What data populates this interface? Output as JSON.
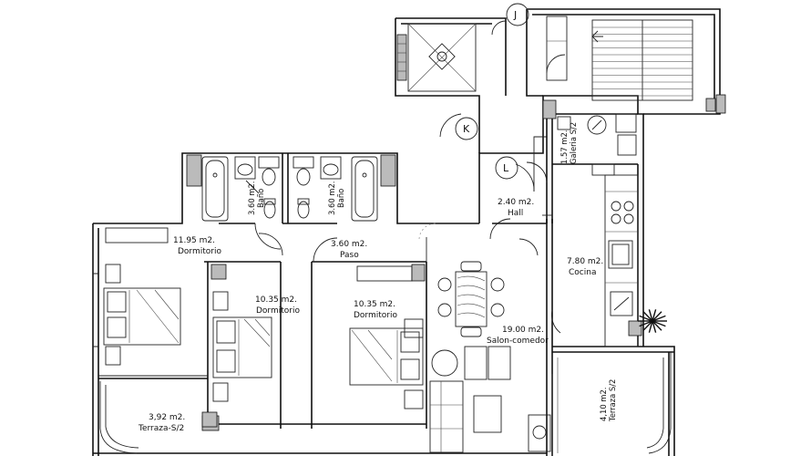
{
  "rooms": {
    "dorm1": {
      "area": "11.95 m2.",
      "name": "Dormitorio"
    },
    "dorm2": {
      "area": "10.35 m2.",
      "name": "Dormitorio"
    },
    "dorm3": {
      "area": "10.35 m2.",
      "name": "Dormitorio"
    },
    "bano1": {
      "area": "3.60 m2.",
      "name": "Baño"
    },
    "bano2": {
      "area": "3.60 m2.",
      "name": "Baño"
    },
    "paso": {
      "area": "3.60 m2.",
      "name": "Paso"
    },
    "hall": {
      "area": "2.40 m2.",
      "name": "Hall"
    },
    "galeria": {
      "area": "1.57 m2.",
      "name": "Galeria S/2"
    },
    "cocina": {
      "area": "7.80 m2.",
      "name": "Cocina"
    },
    "salon": {
      "area": "19.00 m2.",
      "name": "Salon-comedor"
    },
    "terraza1": {
      "area": "3,92 m2.",
      "name": "Terraza-S/2"
    },
    "terraza2": {
      "area": "4,10 m2.",
      "name": "Terraza S/2"
    }
  },
  "markers": {
    "j": "J",
    "k": "K",
    "l": "L"
  }
}
